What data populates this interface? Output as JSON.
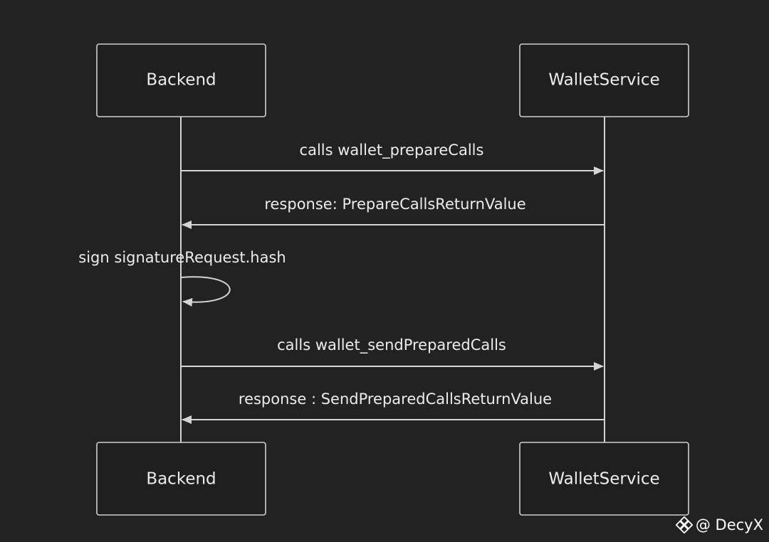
{
  "diagram": {
    "type": "sequence",
    "participants": [
      {
        "id": "backend",
        "label": "Backend"
      },
      {
        "id": "wallet",
        "label": "WalletService"
      }
    ],
    "messages": [
      {
        "from": "backend",
        "to": "wallet",
        "label": "calls wallet_prepareCalls"
      },
      {
        "from": "wallet",
        "to": "backend",
        "label": "response: PrepareCallsReturnValue"
      },
      {
        "from": "backend",
        "to": "backend",
        "label": "sign signatureRequest.hash"
      },
      {
        "from": "backend",
        "to": "wallet",
        "label": "calls wallet_sendPreparedCalls"
      },
      {
        "from": "wallet",
        "to": "backend",
        "label": "response : SendPreparedCallsReturnValue"
      }
    ]
  },
  "watermark": {
    "icon": "binance-diamond-icon",
    "text": "@ DecyX"
  },
  "colors": {
    "background": "#222222",
    "box_fill": "#1f1f1f",
    "stroke": "#d4d4d4",
    "text": "#ececec"
  }
}
